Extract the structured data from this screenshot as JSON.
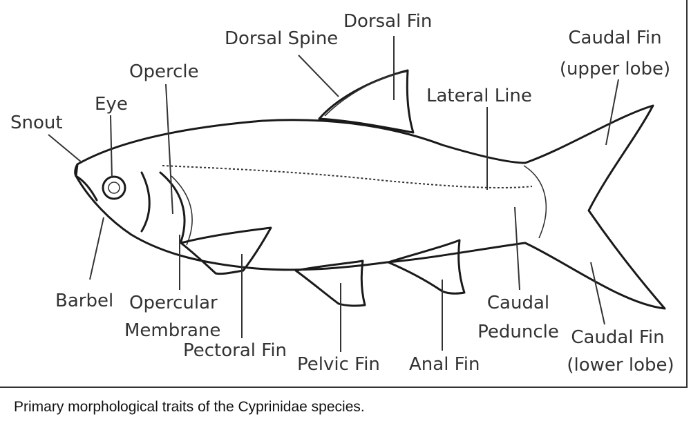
{
  "labels": {
    "dorsal_fin": "Dorsal Fin",
    "dorsal_spine": "Dorsal Spine",
    "caudal_fin_upper_1": "Caudal Fin",
    "caudal_fin_upper_2": "(upper lobe)",
    "opercle": "Opercle",
    "lateral_line": "Lateral Line",
    "eye": "Eye",
    "snout": "Snout",
    "barbel": "Barbel",
    "opercular_membrane_1": "Opercular",
    "opercular_membrane_2": "Membrane",
    "caudal_peduncle_1": "Caudal",
    "caudal_peduncle_2": "Peduncle",
    "caudal_fin_lower_1": "Caudal Fin",
    "caudal_fin_lower_2": "(lower lobe)",
    "pectoral_fin": "Pectoral Fin",
    "pelvic_fin": "Pelvic Fin",
    "anal_fin": "Anal Fin"
  },
  "caption": "Primary morphological traits of the Cyprinidae species."
}
